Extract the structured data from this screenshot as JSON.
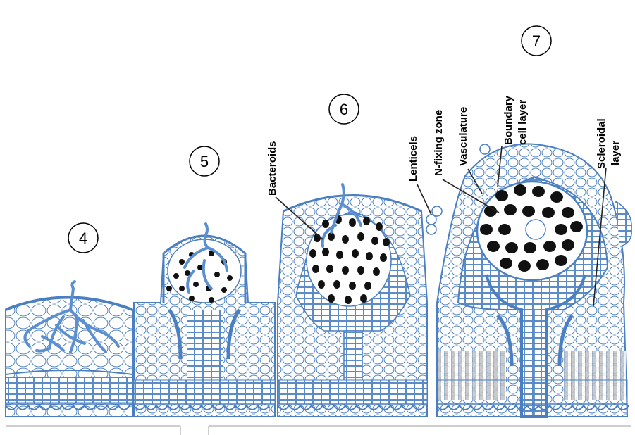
{
  "figure": {
    "stages": [
      {
        "number": "4"
      },
      {
        "number": "5"
      },
      {
        "number": "6"
      },
      {
        "number": "7"
      }
    ],
    "labels": {
      "bacteroids": "Bacteroids",
      "lenticels": "Lenticels",
      "n_fixing_zone": "N-fixing zone",
      "vasculature": "Vasculature",
      "boundary_line1": "Boundary",
      "boundary_line2": "cell layer",
      "scleroidal_line1": "Scleroidal",
      "scleroidal_line2": "layer"
    },
    "colors": {
      "cell_stroke": "#4a7fc1",
      "cell_fill": "#ffffff",
      "vasculature": "#5b8fd0",
      "bacteroid": "#111111",
      "leader_line": "#222222",
      "grey_band": "#b8b8b8"
    }
  }
}
